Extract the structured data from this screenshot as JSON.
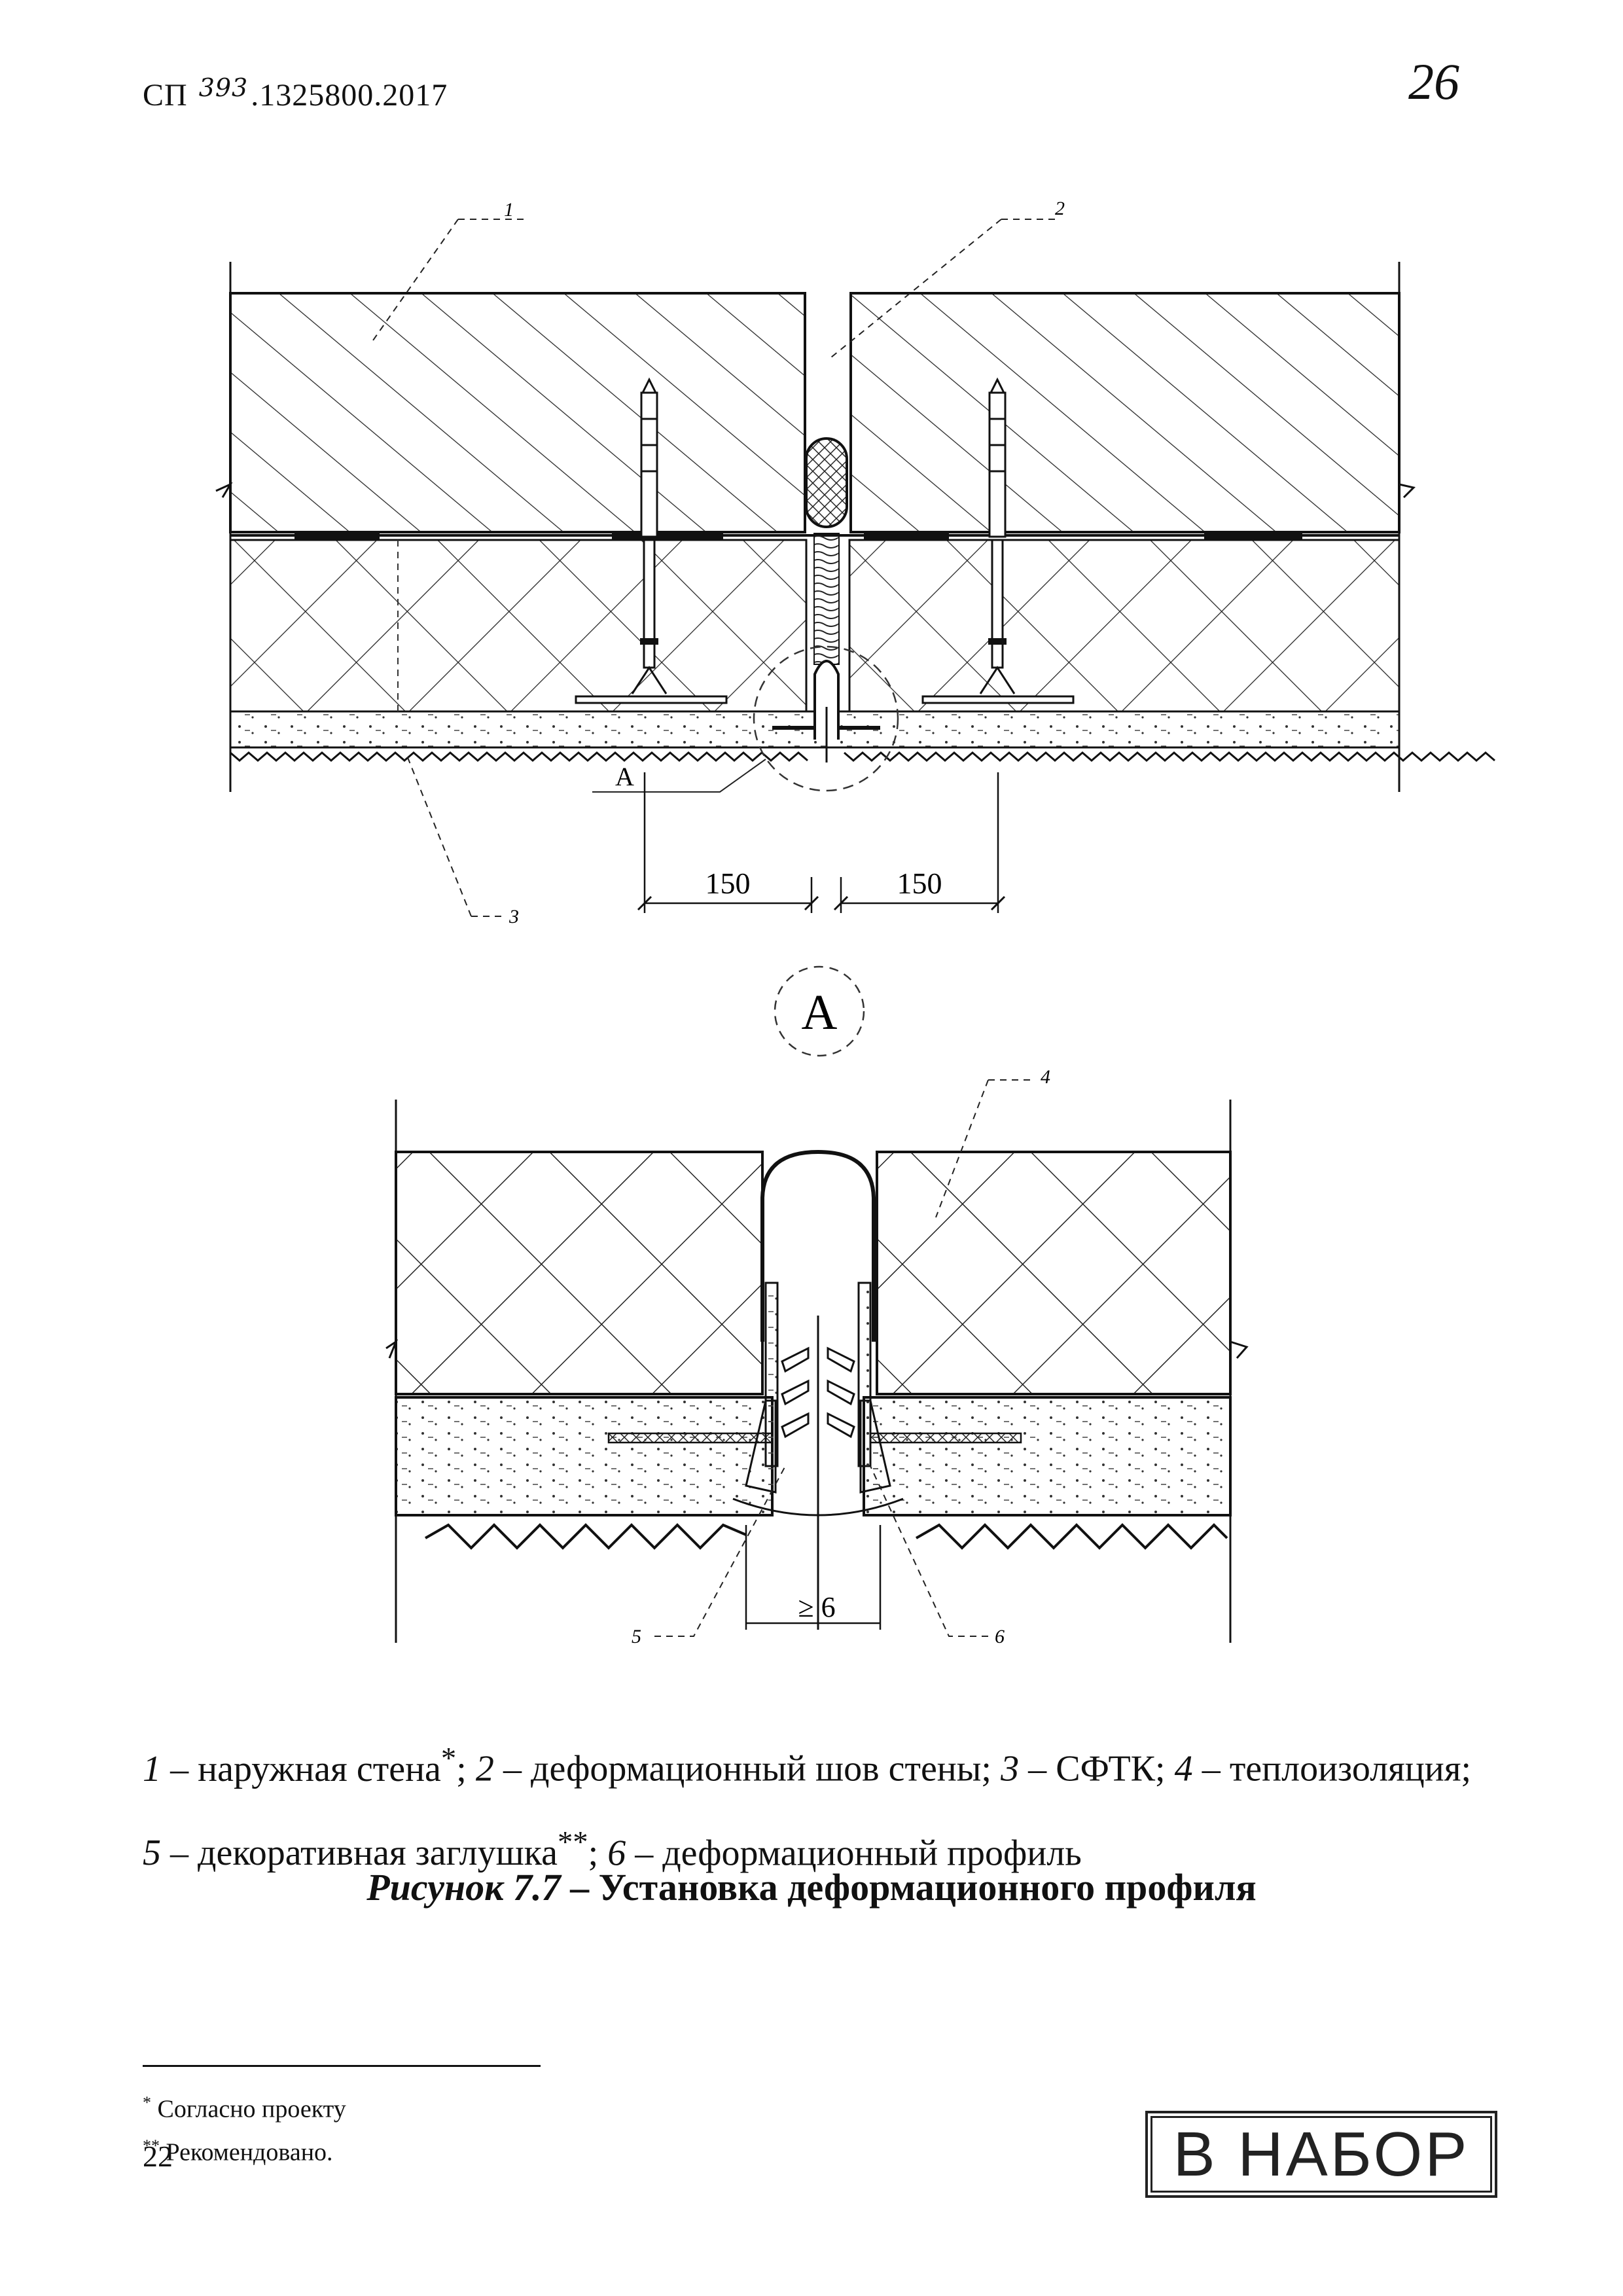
{
  "header": {
    "prefix": "СП",
    "handwritten_number": "393",
    "suffix": ".1325800.2017"
  },
  "page_mark": "26",
  "figure": {
    "callouts": [
      "1",
      "2",
      "3",
      "4",
      "5",
      "6"
    ],
    "detail_marker": "А",
    "detail_label": "А",
    "dimensions": {
      "left": "150",
      "right": "150",
      "gap": "≥ 6"
    }
  },
  "legend": {
    "items": [
      {
        "num": "1",
        "text": "– наружная стена",
        "mark": "*",
        "sep": ";"
      },
      {
        "num": "2",
        "text": "– деформационный шов стены",
        "mark": "",
        "sep": ";"
      },
      {
        "num": "3",
        "text": "– СФТК",
        "mark": "",
        "sep": ";"
      },
      {
        "num": "4",
        "text": "– теплоизоляция",
        "mark": "",
        "sep": ";"
      },
      {
        "num": "5",
        "text": "– декоративная заглушка",
        "mark": "**",
        "sep": ";"
      },
      {
        "num": "6",
        "text": "– деформационный профиль",
        "mark": "",
        "sep": ""
      }
    ]
  },
  "caption": {
    "label": "Рисунок 7.7",
    "text": "– Установка деформационного профиля"
  },
  "footnotes": [
    {
      "mark": "*",
      "text": "Согласно проекту"
    },
    {
      "mark": "**",
      "text": "Рекомендовано."
    }
  ],
  "page_number": "22",
  "stamp": "В НАБОР"
}
